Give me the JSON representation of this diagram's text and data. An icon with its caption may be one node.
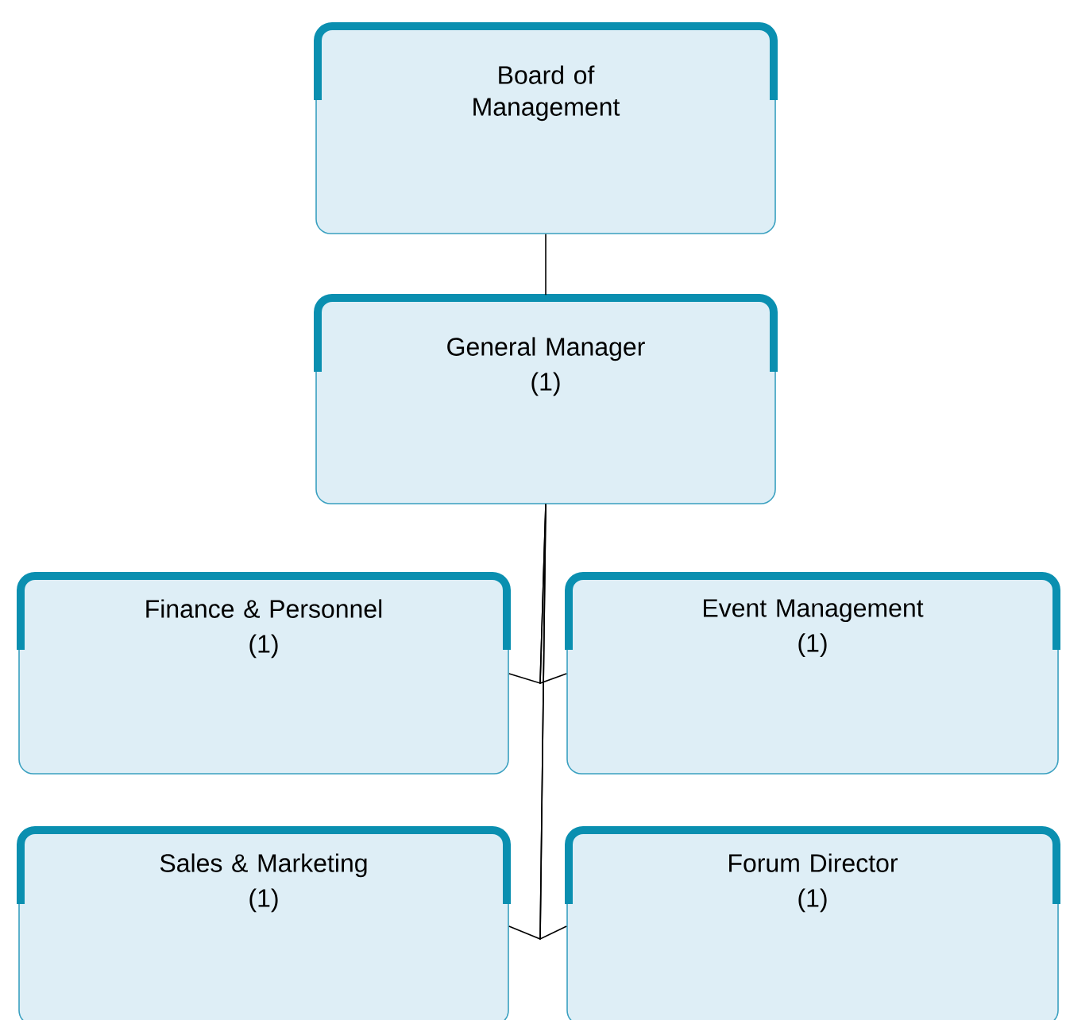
{
  "diagram": {
    "nodes": [
      {
        "text": [
          "Board of Management"
        ]
      },
      {
        "text": [
          "General Manager",
          "(1)"
        ]
      },
      {
        "text": [
          "Finance & Personnel",
          "(1)"
        ]
      },
      {
        "text": [
          "Event Management",
          "(1)"
        ]
      },
      {
        "text": [
          "Sales & Marketing",
          "(1)"
        ]
      },
      {
        "text": [
          "Forum Director",
          "(1)"
        ]
      }
    ],
    "edges": [
      {
        "from": 0,
        "to": 1,
        "arrow": "none"
      },
      {
        "from": 1,
        "to": 2,
        "arrow": "none"
      },
      {
        "from": 1,
        "to": 3,
        "arrow": "none"
      },
      {
        "from": 1,
        "to": 4,
        "arrow": "none"
      },
      {
        "from": 1,
        "to": 5,
        "arrow": "none"
      }
    ]
  }
}
